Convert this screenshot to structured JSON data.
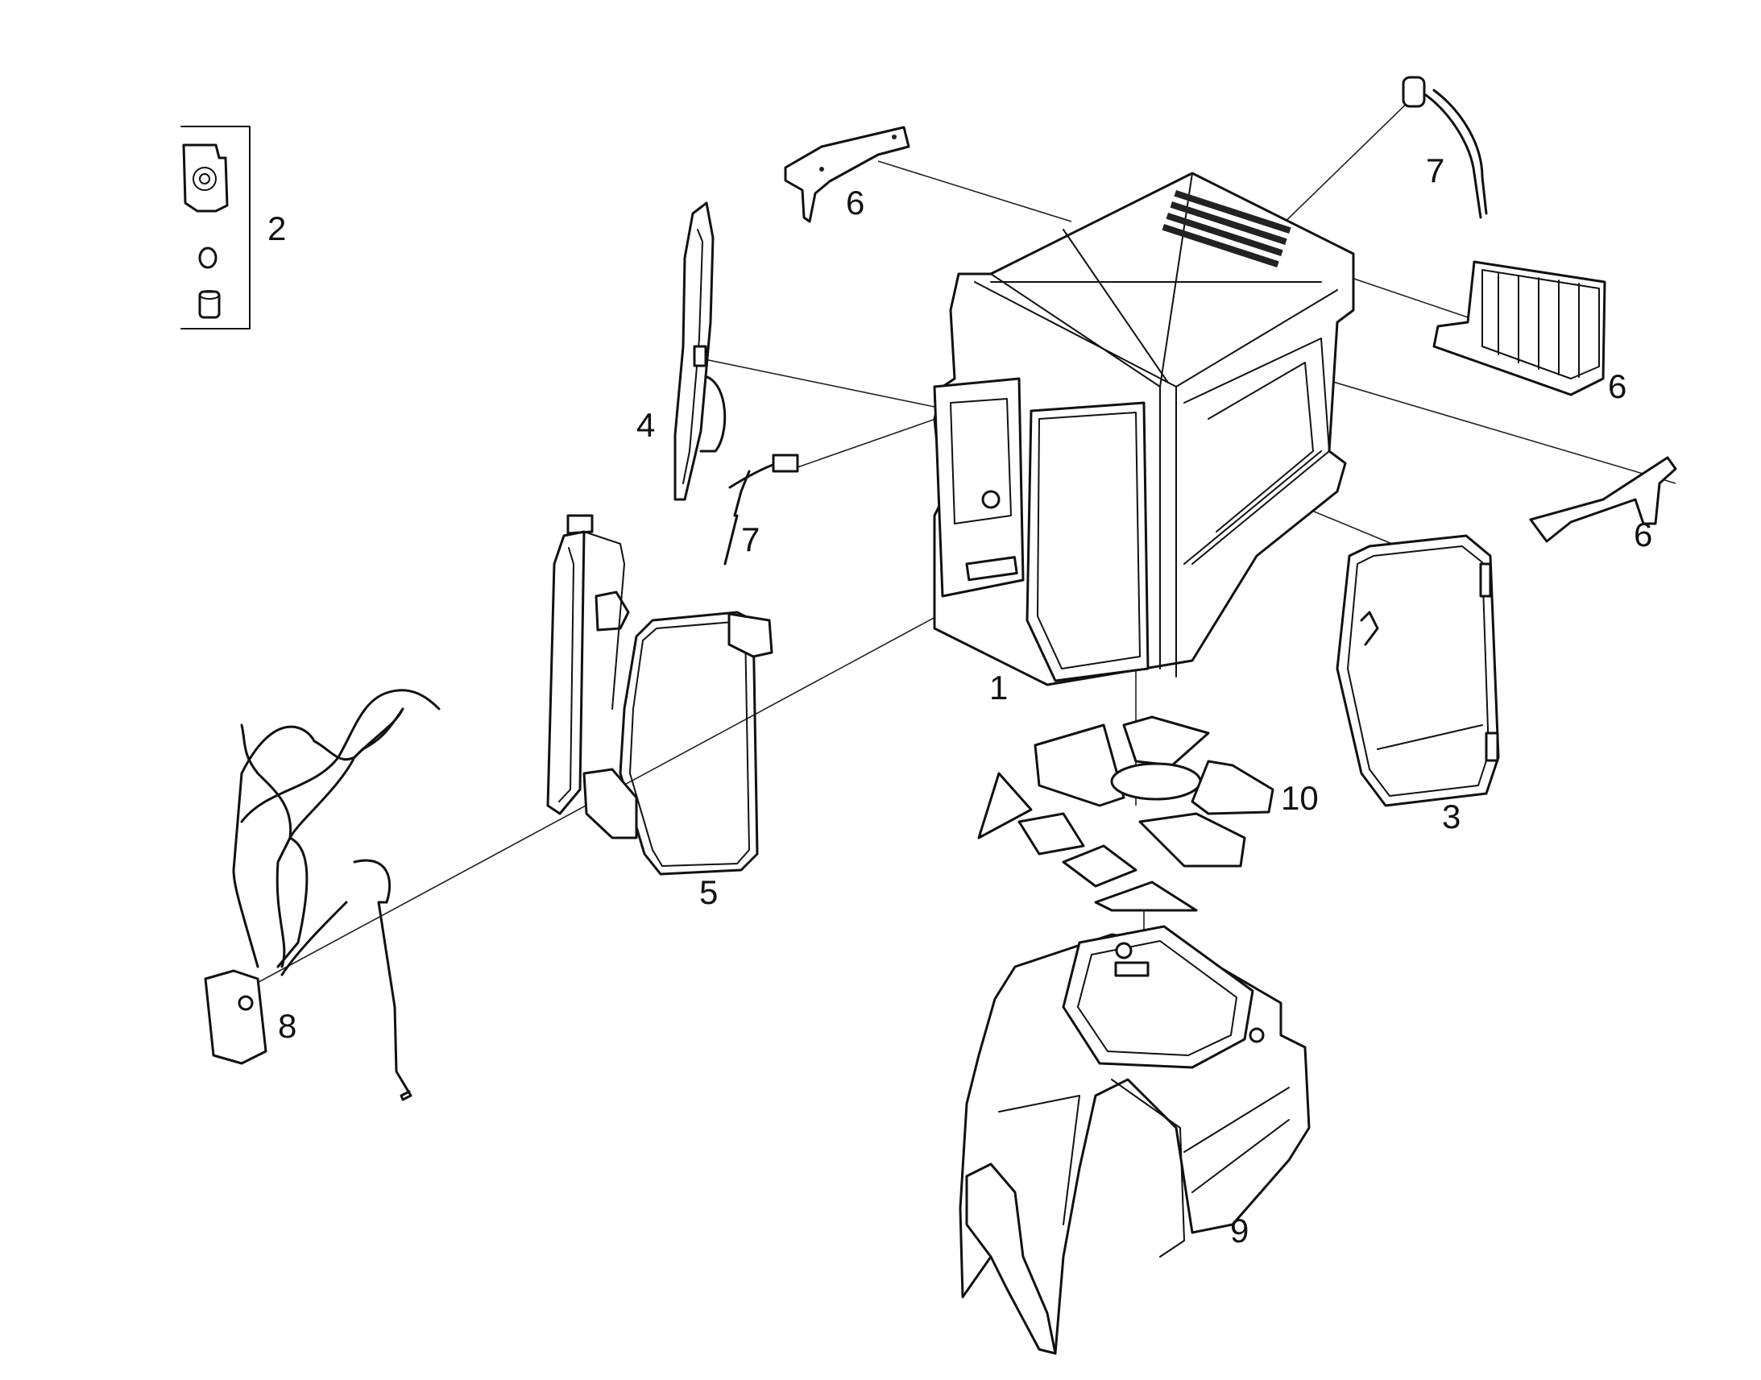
{
  "diagram": {
    "colors": {
      "line": "#111111",
      "background": "#ffffff"
    },
    "callouts": [
      {
        "id": "c1",
        "text": "1"
      },
      {
        "id": "c2",
        "text": "2"
      },
      {
        "id": "c3",
        "text": "3"
      },
      {
        "id": "c4",
        "text": "4"
      },
      {
        "id": "c5",
        "text": "5"
      },
      {
        "id": "c6a",
        "text": "6"
      },
      {
        "id": "c6b",
        "text": "6"
      },
      {
        "id": "c6c",
        "text": "6"
      },
      {
        "id": "c7a",
        "text": "7"
      },
      {
        "id": "c7b",
        "text": "7"
      },
      {
        "id": "c8",
        "text": "8"
      },
      {
        "id": "c9",
        "text": "9"
      },
      {
        "id": "c10",
        "text": "10"
      }
    ]
  }
}
